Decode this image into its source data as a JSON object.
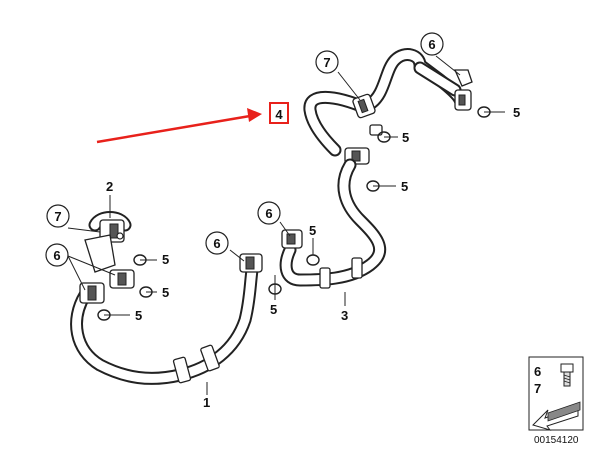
{
  "diagram": {
    "callouts": {
      "hose_1": "1",
      "part_2": "2",
      "hose_3": "3",
      "hose_4": "4",
      "oring_5": "5",
      "part_6": "6",
      "part_7": "7"
    },
    "legend_box": {
      "item_6": "6",
      "item_7": "7",
      "catalog_number": "00154120"
    },
    "highlight_color": "#e8211b",
    "arrow_color": "#e8211b"
  }
}
